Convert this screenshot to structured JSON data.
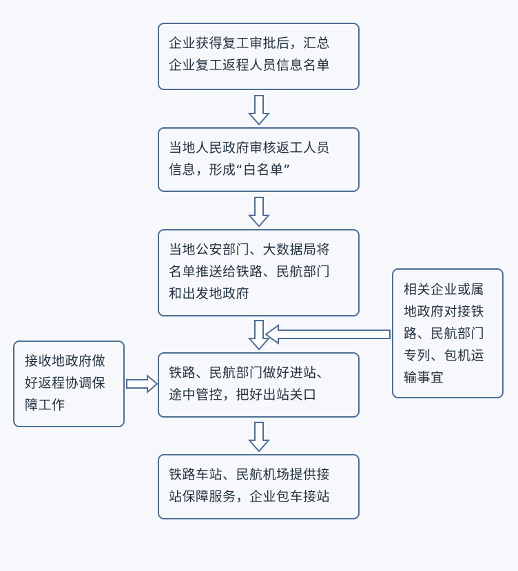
{
  "flow": {
    "steps": [
      {
        "lines": [
          "企业获得复工审批后，汇总",
          "企业复工返程人员信息名单"
        ]
      },
      {
        "lines": [
          "当地人民政府审核返工人员",
          "信息，形成“白名单”"
        ]
      },
      {
        "lines": [
          "当地公安部门、大数据局将",
          "名单推送给铁路、民航部门",
          "和出发地政府"
        ]
      },
      {
        "lines": [
          "铁路、民航部门做好进站、",
          "途中管控，把好出站关口"
        ]
      },
      {
        "lines": [
          "铁路车站、民航机场提供接",
          "站保障服务，企业包车接站"
        ]
      }
    ],
    "right_note": {
      "lines": [
        "相关企业或属",
        "地政府对接铁",
        "路、民航部门",
        "专列、包机运",
        "输事宜"
      ]
    },
    "left_note": {
      "lines": [
        "接收地政府做",
        "好返程协调保",
        "障工作"
      ]
    }
  }
}
